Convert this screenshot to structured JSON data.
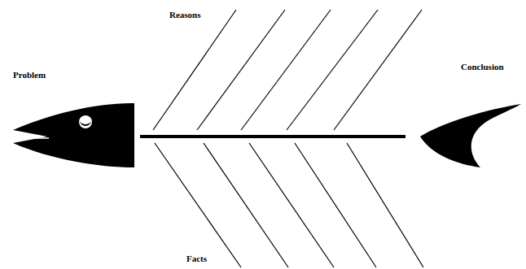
{
  "diagram": {
    "labels": [
      "Reasons",
      "Problem",
      "Conclusion",
      "Facts"
    ]
  }
}
